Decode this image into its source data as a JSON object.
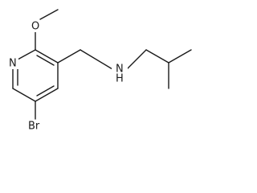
{
  "atoms": {
    "methoxy_oxygen": "O",
    "ring_nitrogen": "N",
    "amine_nitrogen": "N",
    "amine_hydrogen": "H",
    "bromine": "Br"
  }
}
